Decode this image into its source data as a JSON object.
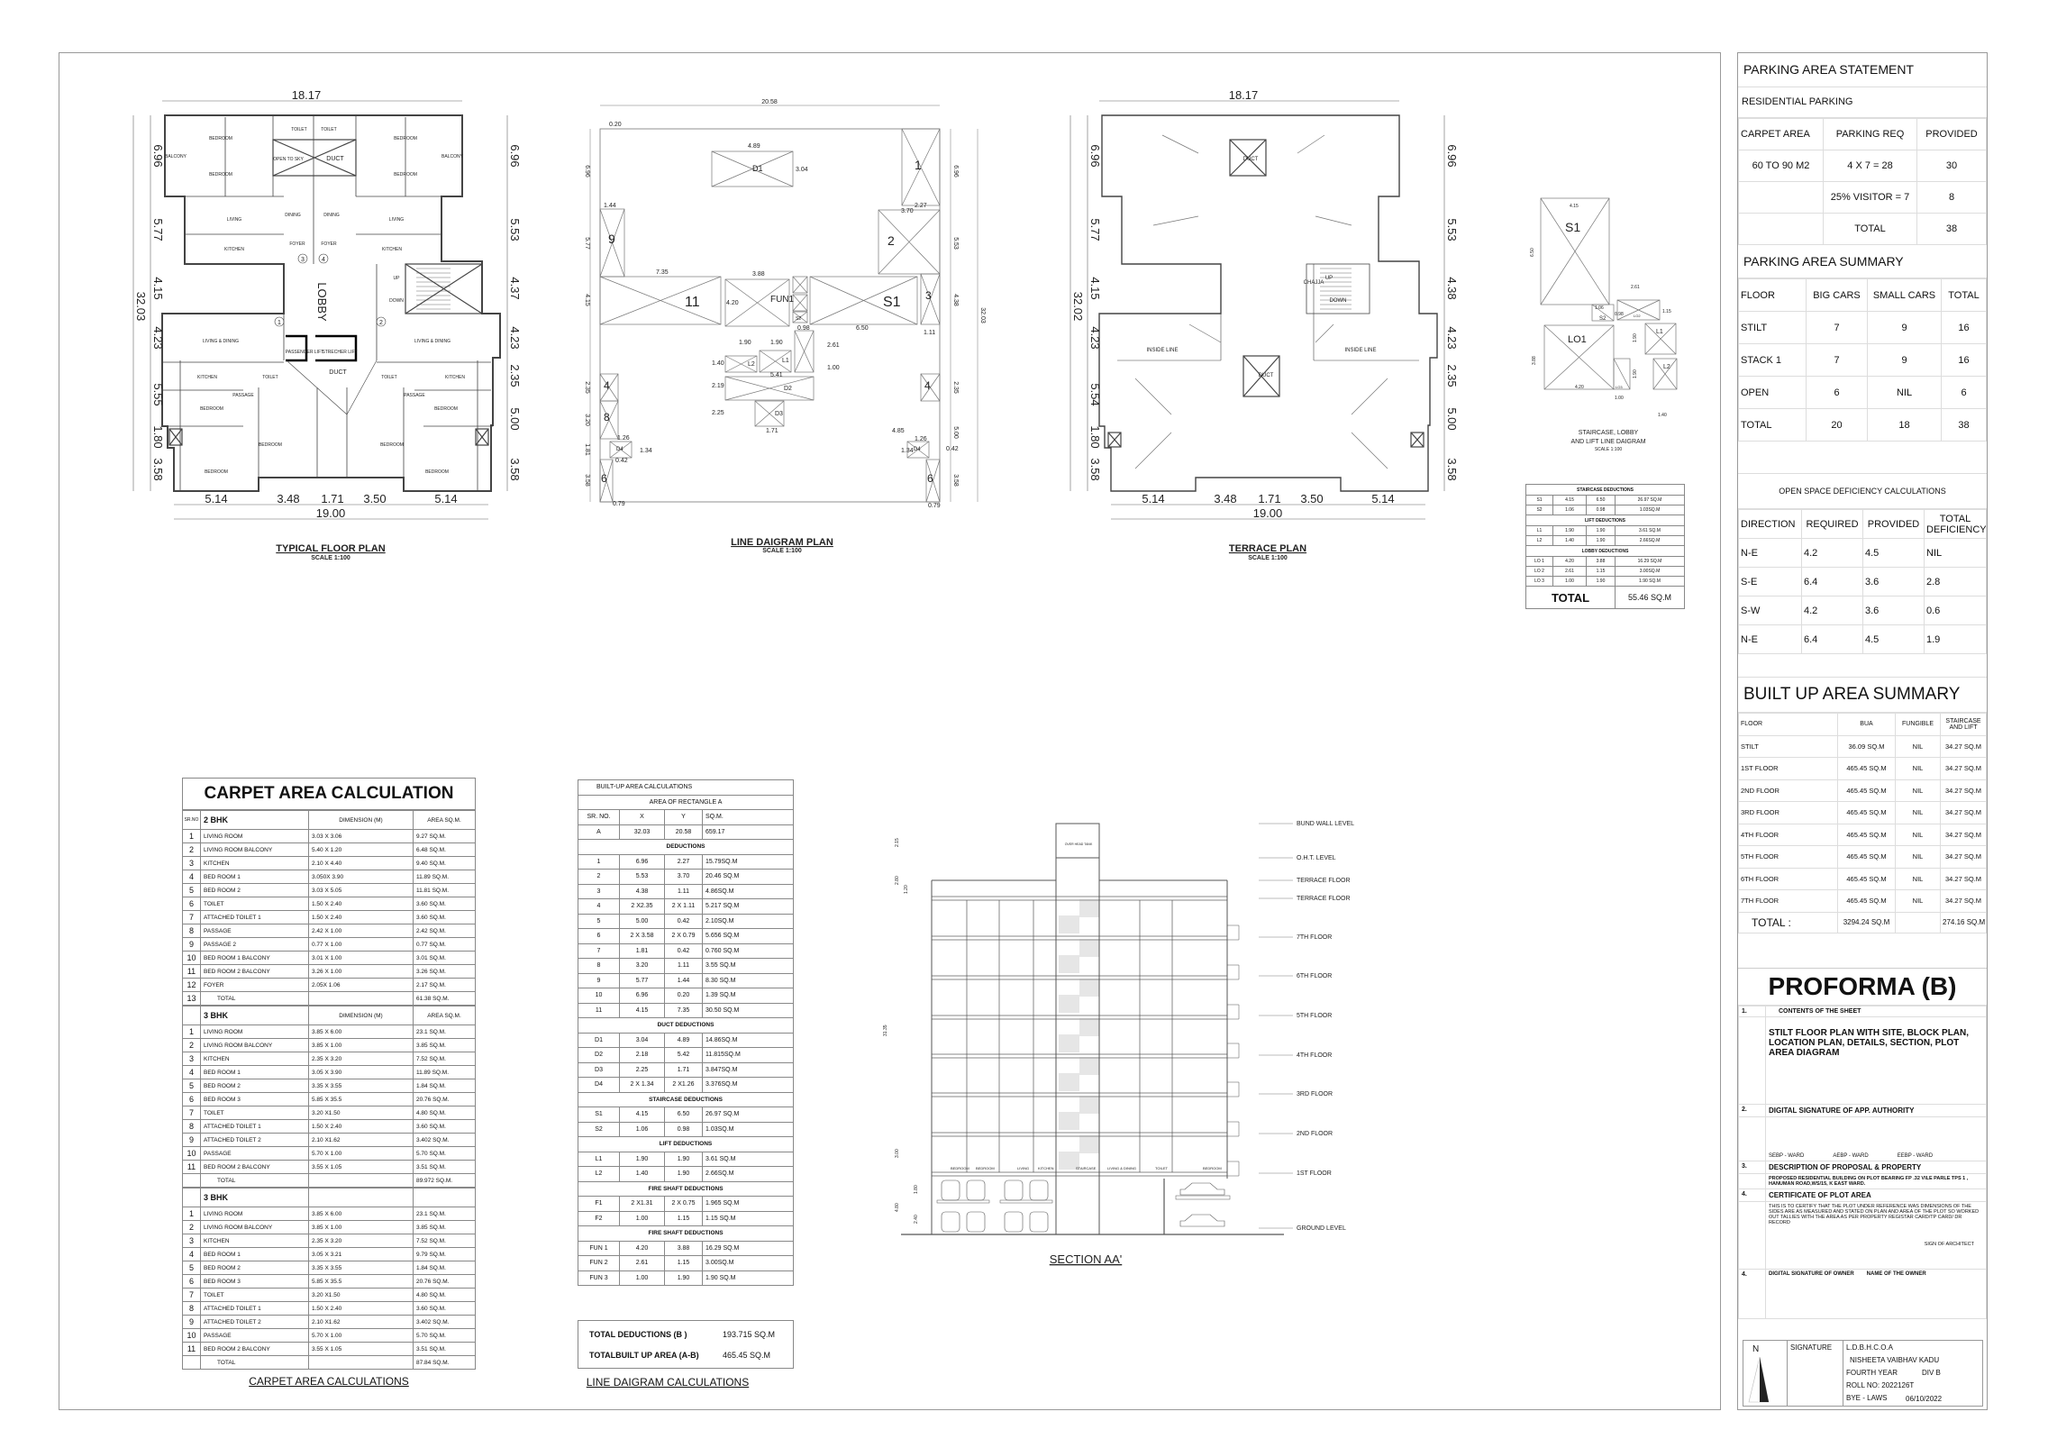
{
  "typical_plan": {
    "title": "TYPICAL FLOOR PLAN",
    "scale": "SCALE 1:100",
    "top_dim": "18.17",
    "overall_height": "32.03",
    "overall_width": "19.00",
    "left_dims": [
      "6.96",
      "5.77",
      "4.15",
      "4.23",
      "5.55",
      "1.80",
      "3.58"
    ],
    "right_dims": [
      "6.96",
      "5.53",
      "4.37",
      "4.23",
      "2.35",
      "5.00",
      "3.58"
    ],
    "bottom_dims": [
      "5.14",
      "3.48",
      "1.71",
      "3.50",
      "5.14"
    ],
    "labels": {
      "lobby": "LOBBY",
      "duct": "DUCT",
      "open_to_sky": "OPEN TO SKY",
      "bedroom": "BEDROOM",
      "balcony": "BALCONY",
      "living": "LIVING",
      "kitchen": "KITCHEN",
      "dining": "DINING",
      "foyer": "FOYER",
      "toilet": "TOILET",
      "living_dining": "LIVING & DINING",
      "passage": "PASSAGE",
      "up": "UP",
      "down": "DOWN",
      "passenger_lift": "PASSENGER LIFT",
      "strecher_lift": "STRECHER LIFT"
    },
    "flat_numbers": [
      "1",
      "2",
      "3",
      "4"
    ]
  },
  "line_plan": {
    "title": "LINE DAIGRAM PLAN",
    "scale": "SCALE 1:100",
    "top_dim": "20.58",
    "overall_height": "32.03",
    "blocks": [
      "D1",
      "1",
      "2",
      "9",
      "11",
      "FUN1",
      "S1",
      "3",
      "L1",
      "L2",
      "D2",
      "D3",
      "4",
      "8",
      "D4",
      "6",
      "4",
      "D4",
      "6",
      "S2"
    ],
    "dims": [
      "0.20",
      "4.89",
      "3.04",
      "2.27",
      "3.70",
      "1.44",
      "7.35",
      "3.88",
      "4.20",
      "6.50",
      "1.11",
      "1.90",
      "1.90",
      "5.41",
      "1.71",
      "1.26",
      "1.26",
      "0.79",
      "0.79",
      "2.61",
      "1.00",
      "1.40",
      "2.19",
      "2.25",
      "1.34",
      "1.34",
      "0.42",
      "0.42",
      "0.98",
      "4.85"
    ],
    "left_dims": [
      "6.96",
      "5.77",
      "4.15",
      "2.35",
      "3.20",
      "1.81",
      "3.58"
    ],
    "right_dims": [
      "6.96",
      "5.53",
      "4.38",
      "2.35",
      "5.00",
      "3.58"
    ]
  },
  "terrace_plan": {
    "title": "TERRACE PLAN",
    "scale": "SCALE 1:100",
    "top_dim": "18.17",
    "overall_height": "32.02",
    "overall_width": "19.00",
    "left_dims": [
      "6.96",
      "5.77",
      "4.15",
      "4.23",
      "5.54",
      "1.80",
      "3.58"
    ],
    "right_dims": [
      "6.96",
      "5.53",
      "4.38",
      "4.23",
      "2.35",
      "5.00",
      "3.58"
    ],
    "bottom_dims": [
      "5.14",
      "3.48",
      "1.71",
      "3.50",
      "5.14"
    ],
    "labels": {
      "duct": "DUCT",
      "inside_line": "INSIDE LINE",
      "chajja": "CHAJJA",
      "up": "UP",
      "down": "DOWN"
    }
  },
  "stair_diagram": {
    "title_line1": "STAIRCASE, LOBBY",
    "title_line2": "AND LIFT LINE DAIGRAM",
    "scale": "SCALE 1:100",
    "blocks": [
      "S1",
      "S2",
      "LO1",
      "LO2",
      "LO3",
      "L1",
      "L2"
    ],
    "dims": [
      "4.15",
      "6.50",
      "2.61",
      "1.06",
      "0.98",
      "1.15",
      "3.88",
      "4.20",
      "1.90",
      "1.90",
      "1.00",
      "1.40"
    ]
  },
  "stair_table": {
    "sections": [
      {
        "title": "STAIRCASE DEDUCTIONS",
        "rows": [
          [
            "S1",
            "4.15",
            "6.50",
            "26.97 SQ.M"
          ],
          [
            "S2",
            "1.06",
            "0.98",
            "1.03SQ.M"
          ]
        ]
      },
      {
        "title": "LIFT DEDUCTIONS",
        "rows": [
          [
            "L1",
            "1.90",
            "1.90",
            "3.61 SQ.M"
          ],
          [
            "L2",
            "1.40",
            "1.90",
            "2.66SQ.M"
          ]
        ]
      },
      {
        "title": "LOBBY DEDUCTIONS",
        "rows": [
          [
            "LO 1",
            "4.20",
            "3.88",
            "16.29 SQ.M"
          ],
          [
            "LO 2",
            "2.61",
            "1.15",
            "3.00SQ.M"
          ],
          [
            "LO 3",
            "1.00",
            "1.90",
            "1.90 SQ.M"
          ]
        ]
      }
    ],
    "total_label": "TOTAL",
    "total_value": "55.46 SQ.M"
  },
  "carpet": {
    "title": "CARPET AREA CALCULATION",
    "caption": "CARPET AREA CALCULATIONS",
    "sr_header": "SR.NO",
    "tables": [
      {
        "type": "2 BHK",
        "dim_header": "DIMENSION   (M)",
        "area_header": "AREA  SQ.M.",
        "rows": [
          [
            "1",
            "LIVING ROOM",
            "3.03 X 3.06",
            "9.27 SQ.M."
          ],
          [
            "2",
            "LIVING ROOM BALCONY",
            "5.40 X 1.20",
            "6.48 SQ.M."
          ],
          [
            "3",
            "KITCHEN",
            "2.10 X 4.40",
            "9.40 SQ.M."
          ],
          [
            "4",
            "BED ROOM 1",
            "3.050X 3.90",
            "11.89 SQ.M."
          ],
          [
            "5",
            "BED ROOM 2",
            "3.03 X 5.05",
            "11.81 SQ.M."
          ],
          [
            "6",
            "TOILET",
            "1.50 X 2.40",
            "3.60 SQ.M."
          ],
          [
            "7",
            "ATTACHED TOILET 1",
            "1.50 X 2.40",
            "3.60 SQ.M."
          ],
          [
            "8",
            "PASSAGE",
            "2.42 X 1.00",
            "2.42 SQ.M."
          ],
          [
            "9",
            "PASSAGE 2",
            "0.77 X 1.00",
            "0.77 SQ.M."
          ],
          [
            "10",
            "BED ROOM 1 BALCONY",
            "3.01 X 1.00",
            "3.01 SQ.M."
          ],
          [
            "11",
            "BED ROOM 2 BALCONY",
            "3.26 X 1.00",
            "3.26 SQ.M."
          ],
          [
            "12",
            "FOYER",
            "2.05X 1.06",
            "2.17 SQ.M."
          ],
          [
            "13",
            "TOTAL",
            "",
            "61.38 SQ.M."
          ]
        ]
      },
      {
        "type": "3 BHK",
        "dim_header": "DIMENSION   (M)",
        "area_header": "AREA  SQ.M.",
        "rows": [
          [
            "1",
            "LIVING ROOM",
            "3.85 X 6.00",
            "23.1 SQ.M."
          ],
          [
            "2",
            "LIVING ROOM BALCONY",
            "3.85 X 1.00",
            "3.85 SQ.M."
          ],
          [
            "3",
            "KITCHEN",
            "2.35 X 3.20",
            "7.52 SQ.M."
          ],
          [
            "4",
            "BED ROOM 1",
            "3.05 X 3.90",
            "11.89 SQ.M."
          ],
          [
            "5",
            "BED ROOM 2",
            "3.35 X 3.55",
            "1.84 SQ.M."
          ],
          [
            "6",
            "BED ROOM 3",
            "5.85 X 35.5",
            "20.76 SQ.M."
          ],
          [
            "7",
            "TOILET",
            "3.20 X1.50",
            "4.80 SQ.M."
          ],
          [
            "8",
            "ATTACHED TOILET 1",
            "1.50 X 2.40",
            "3.60 SQ.M."
          ],
          [
            "9",
            "ATTACHED TOILET  2",
            "2.10 X1.62",
            "3.402 SQ.M."
          ],
          [
            "10",
            "PASSAGE",
            "5.70 X 1.00",
            "5.70 SQ.M."
          ],
          [
            "11",
            "BED ROOM 2 BALCONY",
            "3.55 X 1.05",
            "3.51 SQ.M."
          ],
          [
            "",
            "TOTAL",
            "",
            "89.972 SQ.M."
          ]
        ]
      },
      {
        "type": "3 BHK",
        "dim_header": "",
        "area_header": "",
        "rows": [
          [
            "1",
            "LIVING ROOM",
            "3.85 X 6.00",
            "23.1 SQ.M."
          ],
          [
            "2",
            "LIVING ROOM BALCONY",
            "3.85 X 1.00",
            "3.85 SQ.M."
          ],
          [
            "3",
            "KITCHEN",
            "2.35 X 3.20",
            "7.52 SQ.M."
          ],
          [
            "4",
            "BED ROOM 1",
            "3.05 X 3.21",
            "9.79 SQ.M."
          ],
          [
            "5",
            "BED ROOM 2",
            "3.35 X 3.55",
            "1.84 SQ.M."
          ],
          [
            "6",
            "BED ROOM 3",
            "5.85 X 35.5",
            "20.76 SQ.M."
          ],
          [
            "7",
            "TOILET",
            "3.20 X1.50",
            "4.80 SQ.M."
          ],
          [
            "8",
            "ATTACHED TOILET 1",
            "1.50 X 2.40",
            "3.60 SQ.M."
          ],
          [
            "9",
            "ATTACHED TOILET  2",
            "2.10 X1.62",
            "3.402 SQ.M."
          ],
          [
            "10",
            "PASSAGE",
            "5.70 X 1.00",
            "5.70 SQ.M."
          ],
          [
            "11",
            "BED ROOM 2 BALCONY",
            "3.55 X 1.05",
            "3.51 SQ.M."
          ],
          [
            "",
            "TOTAL",
            "",
            "87.84 SQ.M."
          ]
        ]
      }
    ]
  },
  "builtup_calc": {
    "title": "BUILT-UP AREA CALCULATIONS",
    "subtitle": "AREA  OF RECTANGLE  A",
    "headers": [
      "SR. NO.",
      "X",
      "Y",
      "SQ.M."
    ],
    "rect_row": [
      "A",
      "32.03",
      "20.58",
      "659.17"
    ],
    "sections": [
      {
        "title": "DEDUCTIONS",
        "rows": [
          [
            "1",
            "6.96",
            "2.27",
            "15.79SQ.M"
          ],
          [
            "2",
            "5.53",
            "3.70",
            "20.46 SQ.M"
          ],
          [
            "3",
            "4.38",
            "1.11",
            "4.86SQ.M"
          ],
          [
            "4",
            "2 X2.35",
            "2 X 1.11",
            "5.217 SQ.M"
          ],
          [
            "5",
            "5.00",
            "0.42",
            "2.10SQ.M"
          ],
          [
            "6",
            "2 X 3.58",
            "2 X 0.79",
            "5.656 SQ.M"
          ],
          [
            "7",
            "1.81",
            "0.42",
            "0.760 SQ.M"
          ],
          [
            "8",
            "3.20",
            "1.11",
            "3.55 SQ.M"
          ],
          [
            "9",
            "5.77",
            "1.44",
            "8.30 SQ.M"
          ],
          [
            "10",
            "6.96",
            "0.20",
            "1.39 SQ.M"
          ],
          [
            "11",
            "4.15",
            "7.35",
            "30.50 SQ.M"
          ]
        ]
      },
      {
        "title": "DUCT DEDUCTIONS",
        "rows": [
          [
            "D1",
            "3.04",
            "4.89",
            "14.86SQ.M"
          ],
          [
            "D2",
            "2.18",
            "5.42",
            "11.815SQ.M"
          ],
          [
            "D3",
            "2.25",
            "1.71",
            "3.847SQ.M"
          ],
          [
            "D4",
            "2 X 1.34",
            "2 X1.26",
            "3.376SQ.M"
          ]
        ]
      },
      {
        "title": "STAIRCASE DEDUCTIONS",
        "rows": [
          [
            "S1",
            "4.15",
            "6.50",
            "26.97 SQ.M"
          ],
          [
            "S2",
            "1.06",
            "0.98",
            "1.03SQ.M"
          ]
        ]
      },
      {
        "title": "LIFT  DEDUCTIONS",
        "rows": [
          [
            "L1",
            "1.90",
            "1.90",
            "3.61 SQ.M"
          ],
          [
            "L2",
            "1.40",
            "1.90",
            "2.66SQ.M"
          ]
        ]
      },
      {
        "title": "FIRE SHAFT DEDUCTIONS",
        "rows": [
          [
            "F1",
            "2 X1.31",
            "2 X 0.75",
            "1.965 SQ.M"
          ],
          [
            "F2",
            "1.00",
            "1.15",
            "1.15 SQ.M"
          ]
        ]
      },
      {
        "title": "FIRE SHAFT DEDUCTIONS",
        "rows": [
          [
            "FUN 1",
            "4.20",
            "3.88",
            "16.29 SQ.M"
          ],
          [
            "FUN 2",
            "2.61",
            "1.15",
            "3.00SQ.M"
          ],
          [
            "FUN 3",
            "1.00",
            "1.90",
            "1.90 SQ.M"
          ]
        ]
      }
    ],
    "total_deductions_label": "TOTAL DEDUCTIONS (B )",
    "total_deductions_value": "193.715 SQ.M",
    "total_builtup_label": "TOTALBUILT UP AREA (A-B)",
    "total_builtup_value": "465.45 SQ.M",
    "caption": "LINE DAIGRAM CALCULATIONS"
  },
  "section": {
    "title": "SECTION AA'",
    "overhead_tank": "OVER HEAD TANK",
    "levels": [
      "BUND WALL LEVEL",
      "O.H.T. LEVEL",
      "TERRACE FLOOR",
      "TERRACE FLOOR",
      "7TH FLOOR",
      "6TH FLOOR",
      "5TH FLOOR",
      "4TH FLOOR",
      "3RD FLOOR",
      "2ND FLOOR",
      "1ST FLOOR",
      "GROUND LEVEL"
    ],
    "dims": [
      "2.15",
      "2.80",
      "1.20",
      "31.35",
      "3.00",
      "4.80",
      "1.80",
      "2.40"
    ],
    "rooms": [
      "BEDROOM",
      "BEDROOM",
      "LIVING",
      "KITCHEN",
      "STAIRCASE",
      "LIVING & DINING",
      "TOILET",
      "BEDROOM"
    ]
  },
  "parking_statement": {
    "title": "PARKING AREA STATEMENT",
    "subtitle": "RESIDENTIAL PARKING",
    "headers": [
      "CARPET AREA",
      "PARKING REQ",
      "PROVIDED"
    ],
    "rows": [
      [
        "60 TO 90 M2",
        "4 X 7 = 28",
        "30"
      ],
      [
        "",
        "25% VISITOR = 7",
        "8"
      ],
      [
        "",
        "TOTAL",
        "38"
      ]
    ]
  },
  "parking_summary": {
    "title": "PARKING AREA SUMMARY",
    "headers": [
      "FLOOR",
      "BIG CARS",
      "SMALL CARS",
      "TOTAL"
    ],
    "rows": [
      [
        "STILT",
        "7",
        "9",
        "16"
      ],
      [
        "STACK 1",
        "7",
        "9",
        "16"
      ],
      [
        "OPEN",
        "6",
        "NIL",
        "6"
      ],
      [
        "TOTAL",
        "20",
        "18",
        "38"
      ]
    ]
  },
  "open_space": {
    "title": "OPEN SPACE DEFICIENCY CALCULATIONS",
    "headers": [
      "DIRECTION",
      "REQUIRED",
      "PROVIDED",
      "TOTAL DEFICIENCY"
    ],
    "rows": [
      [
        "N-E",
        "4.2",
        "4.5",
        "NIL"
      ],
      [
        "S-E",
        "6.4",
        "3.6",
        "2.8"
      ],
      [
        "S-W",
        "4.2",
        "3.6",
        "0.6"
      ],
      [
        "N-E",
        "6.4",
        "4.5",
        "1.9"
      ]
    ]
  },
  "builtup_summary": {
    "title": "BUILT UP AREA SUMMARY",
    "headers": [
      "FLOOR",
      "BUA",
      "FUNGIBLE",
      "STAIRCASE AND LIFT"
    ],
    "rows": [
      [
        "STILT",
        "36.09 SQ.M",
        "NIL",
        "34.27 SQ.M"
      ],
      [
        "1ST FLOOR",
        "465.45 SQ.M",
        "NIL",
        "34.27 SQ.M"
      ],
      [
        "2ND FLOOR",
        "465.45 SQ.M",
        "NIL",
        "34.27 SQ.M"
      ],
      [
        "3RD FLOOR",
        "465.45 SQ.M",
        "NIL",
        "34.27 SQ.M"
      ],
      [
        "4TH FLOOR",
        "465.45 SQ.M",
        "NIL",
        "34.27 SQ.M"
      ],
      [
        "5TH FLOOR",
        "465.45 SQ.M",
        "NIL",
        "34.27 SQ.M"
      ],
      [
        "6TH FLOOR",
        "465.45 SQ.M",
        "NIL",
        "34.27 SQ.M"
      ],
      [
        "7TH FLOOR",
        "465.45 SQ.M",
        "NIL",
        "34.27 SQ.M"
      ]
    ],
    "total": [
      "TOTAL :",
      "3294.24 SQ.M",
      "",
      "274.16 SQ.M"
    ]
  },
  "proforma": {
    "title": "PROFORMA (B)",
    "items": [
      {
        "num": "1.",
        "heading": "CONTENTS OF THE SHEET",
        "body": "STILT FLOOR PLAN WITH SITE, BLOCK PLAN, LOCATION PLAN, DETAILS, SECTION, PLOT AREA DIAGRAM"
      },
      {
        "num": "2.",
        "heading": "DIGITAL SIGNATURE OF APP. AUTHORITY",
        "wards": [
          "SEBP - WARD",
          "AEBP - WARD",
          "EEBP - WARD"
        ]
      },
      {
        "num": "3.",
        "heading": "DESCRIPTION OF PROPOSAL & PROPERTY",
        "body": "PROPOSED RESIDENTIAL BUILDING ON PLOT BEARING FP .32 VILE PARLE TPS 1 , HANUMAN ROAD,WS/15, K EAST WARD."
      },
      {
        "num": "4.",
        "heading": "CERTIFICATE OF PLOT AREA",
        "body": "THIS IS TO CERTIFY THAT THE PLOT UNDER REFERENCE WAS DIMENSIONS OF THE SIDES ARE AS MEASURED AND STATED ON PLAN AND AREA OF THE PLOT SO WORKED OUT TALLIES WITH THE AREA AS PER PROPERTY REGISTAR CARD/TP CARD/ DR RECORD",
        "sign": "SIGN OF ARCHITECT"
      },
      {
        "num": "4.",
        "heading": "DIGITAL SIGNATURE OF OWNER",
        "heading2": "NAME OF THE OWNER"
      }
    ]
  },
  "title_block": {
    "north": "N",
    "signature_label": "SIGNATURE",
    "college": "L.D.B.H.C.O.A",
    "student": "NISHEETA VAIBHAV KADU",
    "year": "FOURTH YEAR",
    "division": "DIV B",
    "roll": "ROLL NO: 2022126T",
    "subject": "BYE - LAWS",
    "date": "06/10/2022"
  }
}
